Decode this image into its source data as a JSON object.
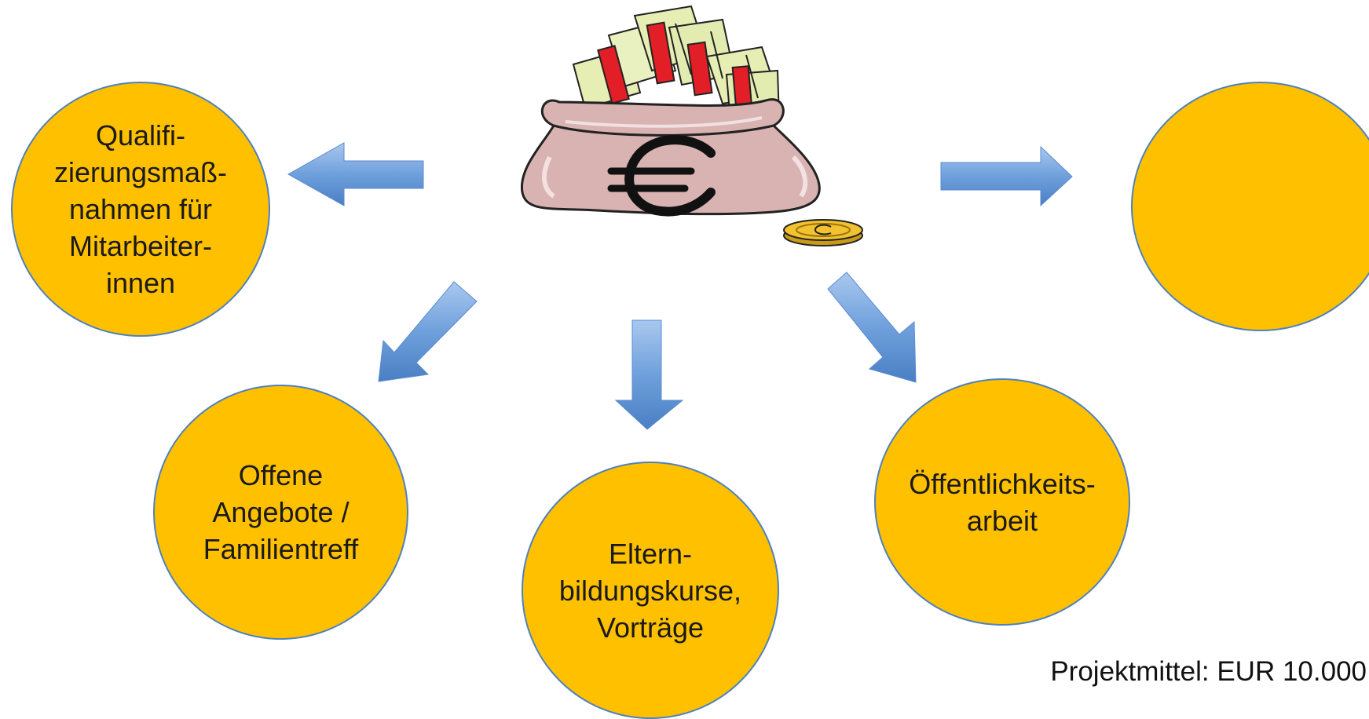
{
  "diagram": {
    "nodes": [
      {
        "id": "quali",
        "label": "Qualifi-\nzierungsmaß-\nnahmen  für\nMitarbeiter-\ninnen"
      },
      {
        "id": "offene",
        "label": "Offene\nAngebote /\nFamilientreff"
      },
      {
        "id": "eltern",
        "label": "Eltern-\nbildungskurse,\nVorträge"
      },
      {
        "id": "oeffent",
        "label": "Öffentlichkeits-\narbeit"
      },
      {
        "id": "empty",
        "label": ""
      }
    ],
    "center_icon": "money-bag-euro-icon",
    "arrow_targets": [
      "quali",
      "offene",
      "eltern",
      "oeffent",
      "empty"
    ]
  },
  "footer": {
    "text": "Projektmittel: EUR 10.000"
  },
  "colors": {
    "node_fill": "#ffc000",
    "node_border": "#4f81bd",
    "arrow_fill": "#6fa0dc"
  }
}
